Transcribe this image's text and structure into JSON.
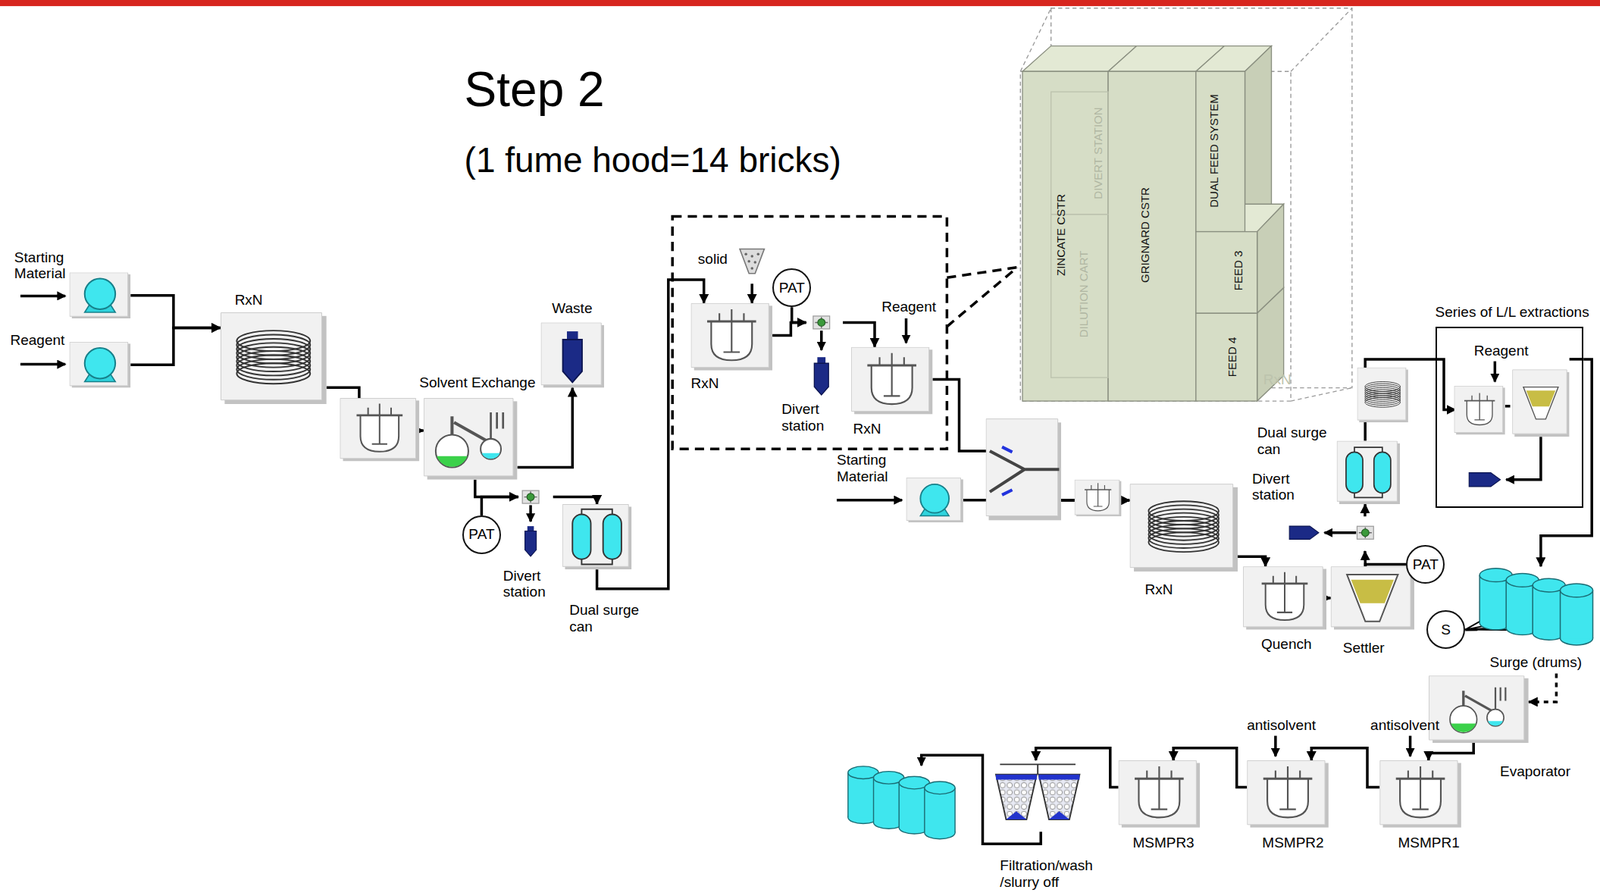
{
  "diagram": {
    "title": "Step 2",
    "caption": "(1 fume hood=14 bricks)",
    "nodes": [
      {
        "text": [
          "Starting Material"
        ]
      },
      {
        "text": [
          "Reagent"
        ]
      },
      {
        "text": [
          "RxN"
        ]
      },
      {
        "text": [
          "Solvent Exchange"
        ]
      },
      {
        "text": [
          "Waste"
        ]
      },
      {
        "text": [
          "PAT"
        ]
      },
      {
        "text": [
          "Divert station"
        ]
      },
      {
        "text": [
          "Dual surge can"
        ]
      },
      {
        "text": [
          "solid"
        ]
      },
      {
        "text": [
          "RxN"
        ]
      },
      {
        "text": [
          "PAT"
        ]
      },
      {
        "text": [
          "Divert station"
        ]
      },
      {
        "text": [
          "Reagent",
          "RxN"
        ]
      },
      {
        "text": [
          "RxN"
        ]
      },
      {
        "text": [
          "ZINCATE CSTR"
        ],
        "in": 13
      },
      {
        "text": [
          "DIVERT STATION"
        ],
        "in": 13
      },
      {
        "text": [
          "DILUTION CART"
        ],
        "in": 13
      },
      {
        "text": [
          "GRIGNARD CSTR"
        ],
        "in": 13
      },
      {
        "text": [
          "DUAL FEED SYSTEM"
        ],
        "in": 13
      },
      {
        "text": [
          "FEED 3"
        ],
        "in": 13
      },
      {
        "text": [
          "FEED 4"
        ],
        "in": 13
      },
      {
        "text": [
          "Starting Material"
        ]
      },
      {
        "text": [
          "RxN"
        ]
      },
      {
        "text": [
          "Quench"
        ]
      },
      {
        "text": [
          "Settler"
        ]
      },
      {
        "text": [
          "PAT"
        ]
      },
      {
        "text": [
          "Divert station"
        ]
      },
      {
        "text": [
          "Dual surge can"
        ]
      },
      {
        "text": [
          "Series of L/L extractions"
        ]
      },
      {
        "text": [
          "Reagent"
        ],
        "in": 28
      },
      {
        "text": [
          "Surge (drums)"
        ]
      },
      {
        "text": [
          "S"
        ]
      },
      {
        "text": [
          "Evaporator"
        ]
      },
      {
        "text": [
          "antisolvent",
          "MSMPR1"
        ]
      },
      {
        "text": [
          "antisolvent",
          "MSMPR2"
        ]
      },
      {
        "text": [
          "MSMPR3"
        ]
      },
      {
        "text": [
          "Filtration/wash /slurry off"
        ]
      }
    ],
    "edges": [
      {
        "from": 0,
        "to": 2,
        "arrow": "to"
      },
      {
        "from": 1,
        "to": 2,
        "arrow": "to"
      },
      {
        "from": 2,
        "to": 3,
        "arrow": "to"
      },
      {
        "from": 3,
        "to": 4,
        "arrow": "to"
      },
      {
        "from": 3,
        "to": 6,
        "arrow": "to"
      },
      {
        "from": 5,
        "to": 6,
        "arrow": "none"
      },
      {
        "from": 6,
        "to": 7,
        "arrow": "to"
      },
      {
        "from": 7,
        "to": 9,
        "arrow": "to"
      },
      {
        "from": 8,
        "to": 9,
        "arrow": "to"
      },
      {
        "from": 9,
        "to": 11,
        "arrow": "to"
      },
      {
        "from": 10,
        "to": 11,
        "arrow": "none"
      },
      {
        "from": 11,
        "to": 12,
        "arrow": "to"
      },
      {
        "from": 12,
        "to": 22,
        "arrow": "to"
      },
      {
        "from": 21,
        "to": 22,
        "arrow": "to"
      },
      {
        "from": 22,
        "to": 23,
        "arrow": "to"
      },
      {
        "from": 23,
        "to": 24,
        "arrow": "to"
      },
      {
        "from": 24,
        "to": 26,
        "arrow": "to"
      },
      {
        "from": 25,
        "to": 24,
        "arrow": "none"
      },
      {
        "from": 26,
        "to": 27,
        "arrow": "to"
      },
      {
        "from": 27,
        "to": 29,
        "arrow": "to"
      },
      {
        "from": 28,
        "to": 30,
        "arrow": "to"
      },
      {
        "from": 31,
        "to": 30,
        "arrow": "none"
      },
      {
        "from": 30,
        "to": 32,
        "arrow": "to"
      },
      {
        "from": 32,
        "to": 33,
        "arrow": "to"
      },
      {
        "from": 33,
        "to": 34,
        "arrow": "to"
      },
      {
        "from": 34,
        "to": 35,
        "arrow": "to"
      },
      {
        "from": 35,
        "to": 36,
        "arrow": "to"
      }
    ]
  }
}
